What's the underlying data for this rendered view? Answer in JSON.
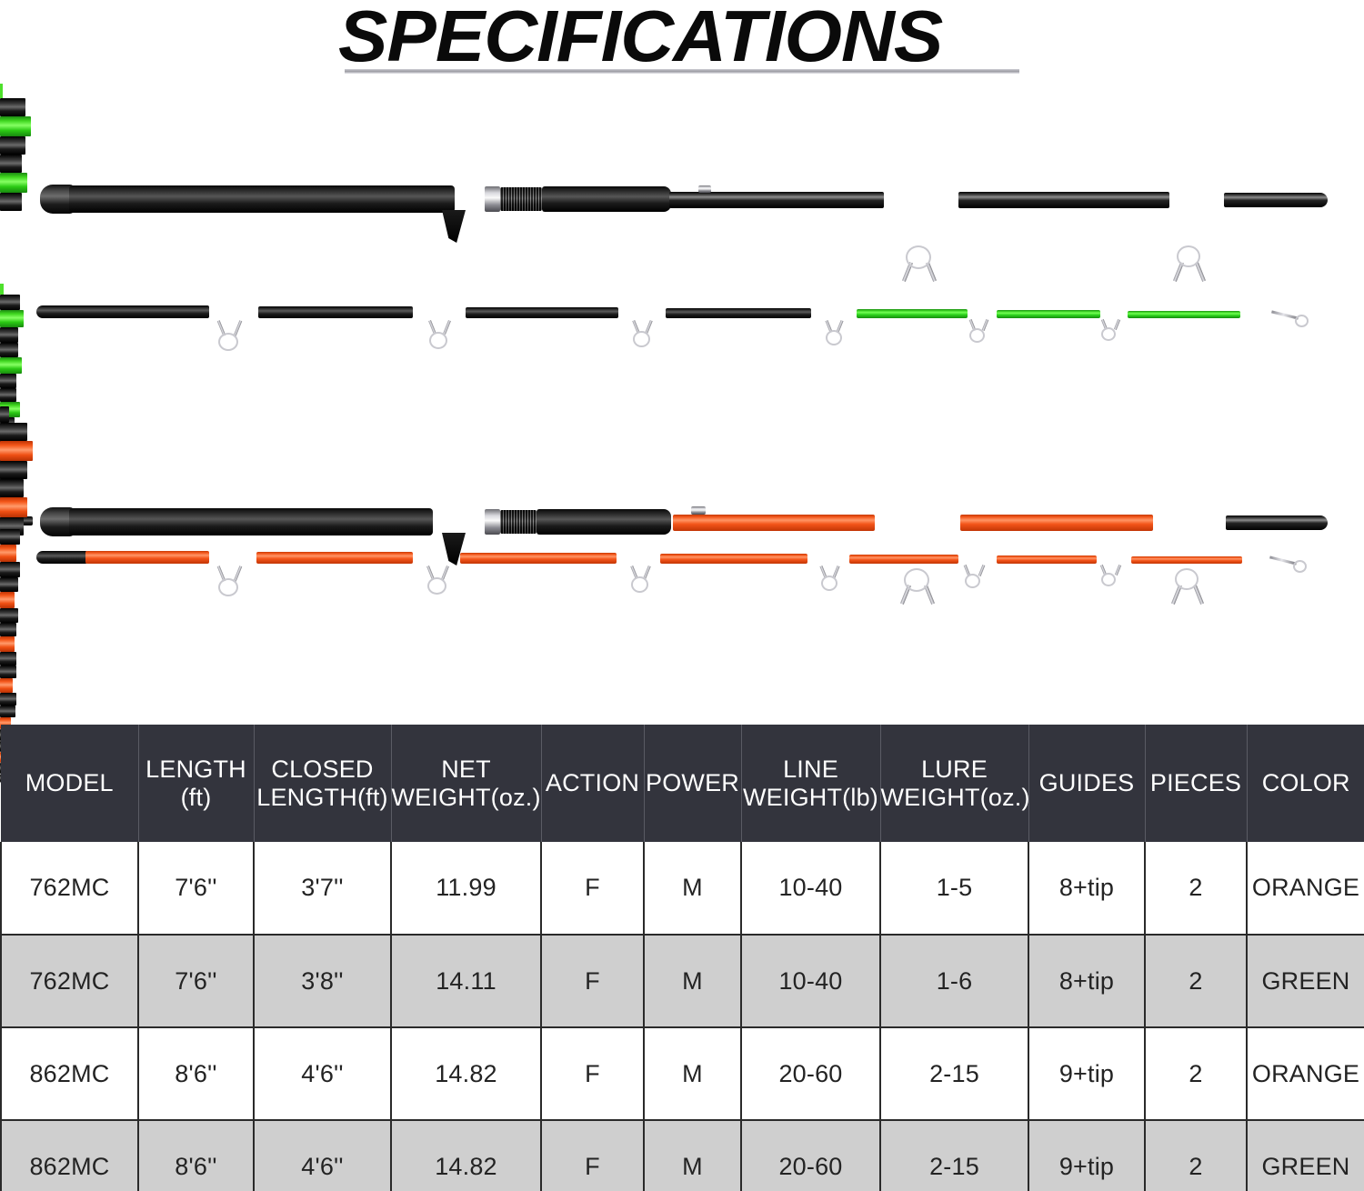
{
  "header": {
    "title": "SPECIFICATIONS"
  },
  "product_images": [
    {
      "name": "black-green-casting-rod-butt-section",
      "color_accent": "GREEN",
      "blank_color": "#000000",
      "accent_color": "#3fd61f",
      "section": "butt"
    },
    {
      "name": "green-tip-section",
      "color_accent": "GREEN",
      "blank_color": "#3fd61f",
      "accent_color": "#3fd61f",
      "section": "tip"
    },
    {
      "name": "black-orange-casting-rod-butt-section",
      "color_accent": "ORANGE",
      "blank_color": "#000000",
      "accent_color": "#f4571a",
      "section": "butt"
    },
    {
      "name": "orange-tip-section",
      "color_accent": "ORANGE",
      "blank_color": "#f4571a",
      "accent_color": "#f4571a",
      "section": "tip"
    }
  ],
  "table": {
    "columns": [
      {
        "line1": "MODEL",
        "line2": ""
      },
      {
        "line1": "LENGTH",
        "line2": "(ft)"
      },
      {
        "line1": "CLOSED",
        "line2": "LENGTH(ft)"
      },
      {
        "line1": "NET",
        "line2": "WEIGHT(oz.)"
      },
      {
        "line1": "ACTION",
        "line2": ""
      },
      {
        "line1": "POWER",
        "line2": ""
      },
      {
        "line1": "LINE",
        "line2": "WEIGHT(lb)"
      },
      {
        "line1": "LURE",
        "line2": "WEIGHT(oz.)"
      },
      {
        "line1": "GUIDES",
        "line2": ""
      },
      {
        "line1": "PIECES",
        "line2": ""
      },
      {
        "line1": "COLOR",
        "line2": ""
      }
    ],
    "rows": [
      {
        "model": "762MC",
        "length": "7'6''",
        "closed_length": "3'7''",
        "net_weight": "11.99",
        "action": "F",
        "power": "M",
        "line_weight": "10-40",
        "lure_weight": "1-5",
        "guides": "8+tip",
        "pieces": "2",
        "color": "ORANGE"
      },
      {
        "model": "762MC",
        "length": "7'6''",
        "closed_length": "3'8''",
        "net_weight": "14.11",
        "action": "F",
        "power": "M",
        "line_weight": "10-40",
        "lure_weight": "1-6",
        "guides": "8+tip",
        "pieces": "2",
        "color": "GREEN"
      },
      {
        "model": "862MC",
        "length": "8'6''",
        "closed_length": "4'6''",
        "net_weight": "14.82",
        "action": "F",
        "power": "M",
        "line_weight": "20-60",
        "lure_weight": "2-15",
        "guides": "9+tip",
        "pieces": "2",
        "color": "ORANGE"
      },
      {
        "model": "862MC",
        "length": "8'6''",
        "closed_length": "4'6''",
        "net_weight": "14.82",
        "action": "F",
        "power": "M",
        "line_weight": "20-60",
        "lure_weight": "2-15",
        "guides": "9+tip",
        "pieces": "2",
        "color": "GREEN"
      }
    ]
  },
  "colors": {
    "header_bg": "#33343d",
    "row_alt_bg": "#cfcfcf",
    "row_bg": "#ffffff",
    "border": "#2a2a2a",
    "green_accent": "#3fd61f",
    "orange_accent": "#f4571a"
  }
}
